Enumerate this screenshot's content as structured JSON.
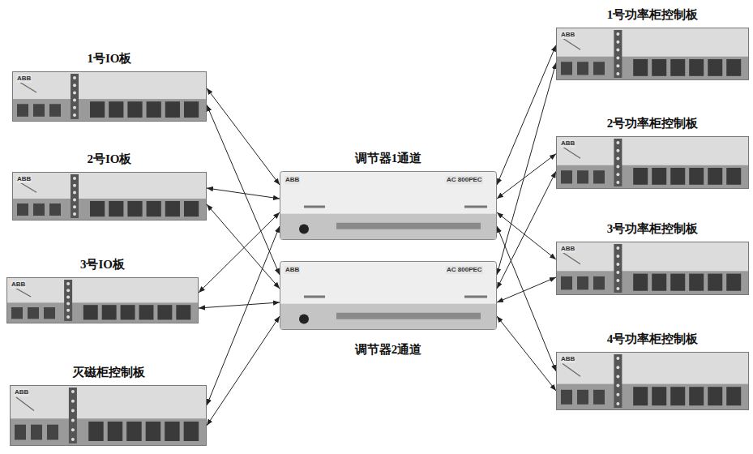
{
  "diagram": {
    "nodes": [
      {
        "text": [
          "1号IO板"
        ]
      },
      {
        "text": [
          "2号IO板"
        ]
      },
      {
        "text": [
          "3号IO板"
        ]
      },
      {
        "text": [
          "灭磁柜控制板"
        ]
      },
      {
        "text": [
          "调节器1通道"
        ]
      },
      {
        "text": [
          "调节器2通道"
        ]
      },
      {
        "text": [
          "1号功率柜控制板"
        ]
      },
      {
        "text": [
          "2号功率柜控制板"
        ]
      },
      {
        "text": [
          "3号功率柜控制板"
        ]
      },
      {
        "text": [
          "4号功率柜控制板"
        ]
      }
    ],
    "edges": [
      {
        "from": 0,
        "to": 4,
        "arrow": "both"
      },
      {
        "from": 0,
        "to": 5,
        "arrow": "both"
      },
      {
        "from": 1,
        "to": 4,
        "arrow": "both"
      },
      {
        "from": 1,
        "to": 5,
        "arrow": "both"
      },
      {
        "from": 2,
        "to": 4,
        "arrow": "both"
      },
      {
        "from": 2,
        "to": 5,
        "arrow": "both"
      },
      {
        "from": 3,
        "to": 4,
        "arrow": "both"
      },
      {
        "from": 3,
        "to": 5,
        "arrow": "both"
      },
      {
        "from": 4,
        "to": 6,
        "arrow": "both"
      },
      {
        "from": 5,
        "to": 6,
        "arrow": "both"
      },
      {
        "from": 4,
        "to": 7,
        "arrow": "both"
      },
      {
        "from": 5,
        "to": 7,
        "arrow": "both"
      },
      {
        "from": 4,
        "to": 8,
        "arrow": "both"
      },
      {
        "from": 5,
        "to": 8,
        "arrow": "both"
      },
      {
        "from": 4,
        "to": 9,
        "arrow": "both"
      },
      {
        "from": 5,
        "to": 9,
        "arrow": "both"
      }
    ],
    "labels": [
      "ABB",
      "ABB",
      "ABB",
      "ABB",
      "ABB",
      "ABB",
      "ABB",
      "ABB",
      "ABB",
      "ABB",
      "AC 800PEC",
      "AC 800PEC"
    ]
  }
}
